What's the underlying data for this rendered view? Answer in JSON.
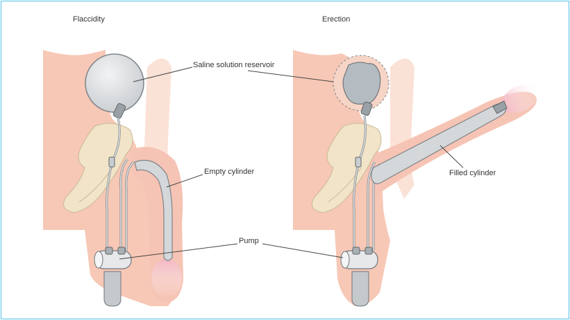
{
  "figure": {
    "panels": [
      {
        "title": "Flaccidity"
      },
      {
        "title": "Erection"
      }
    ],
    "labels": {
      "reservoir": "Saline solution reservoir",
      "empty_cylinder": "Empty cylinder",
      "filled_cylinder": "Filled cylinder",
      "pump": "Pump"
    },
    "colors": {
      "frame_border": "#4fc3e8",
      "skin": "#f7c9b8",
      "skin_light": "#fbe3d8",
      "device": "#d9dcde",
      "device_stroke": "#7d8388",
      "bone": "#f1e6cc",
      "saline": "#b9c1c6"
    }
  }
}
